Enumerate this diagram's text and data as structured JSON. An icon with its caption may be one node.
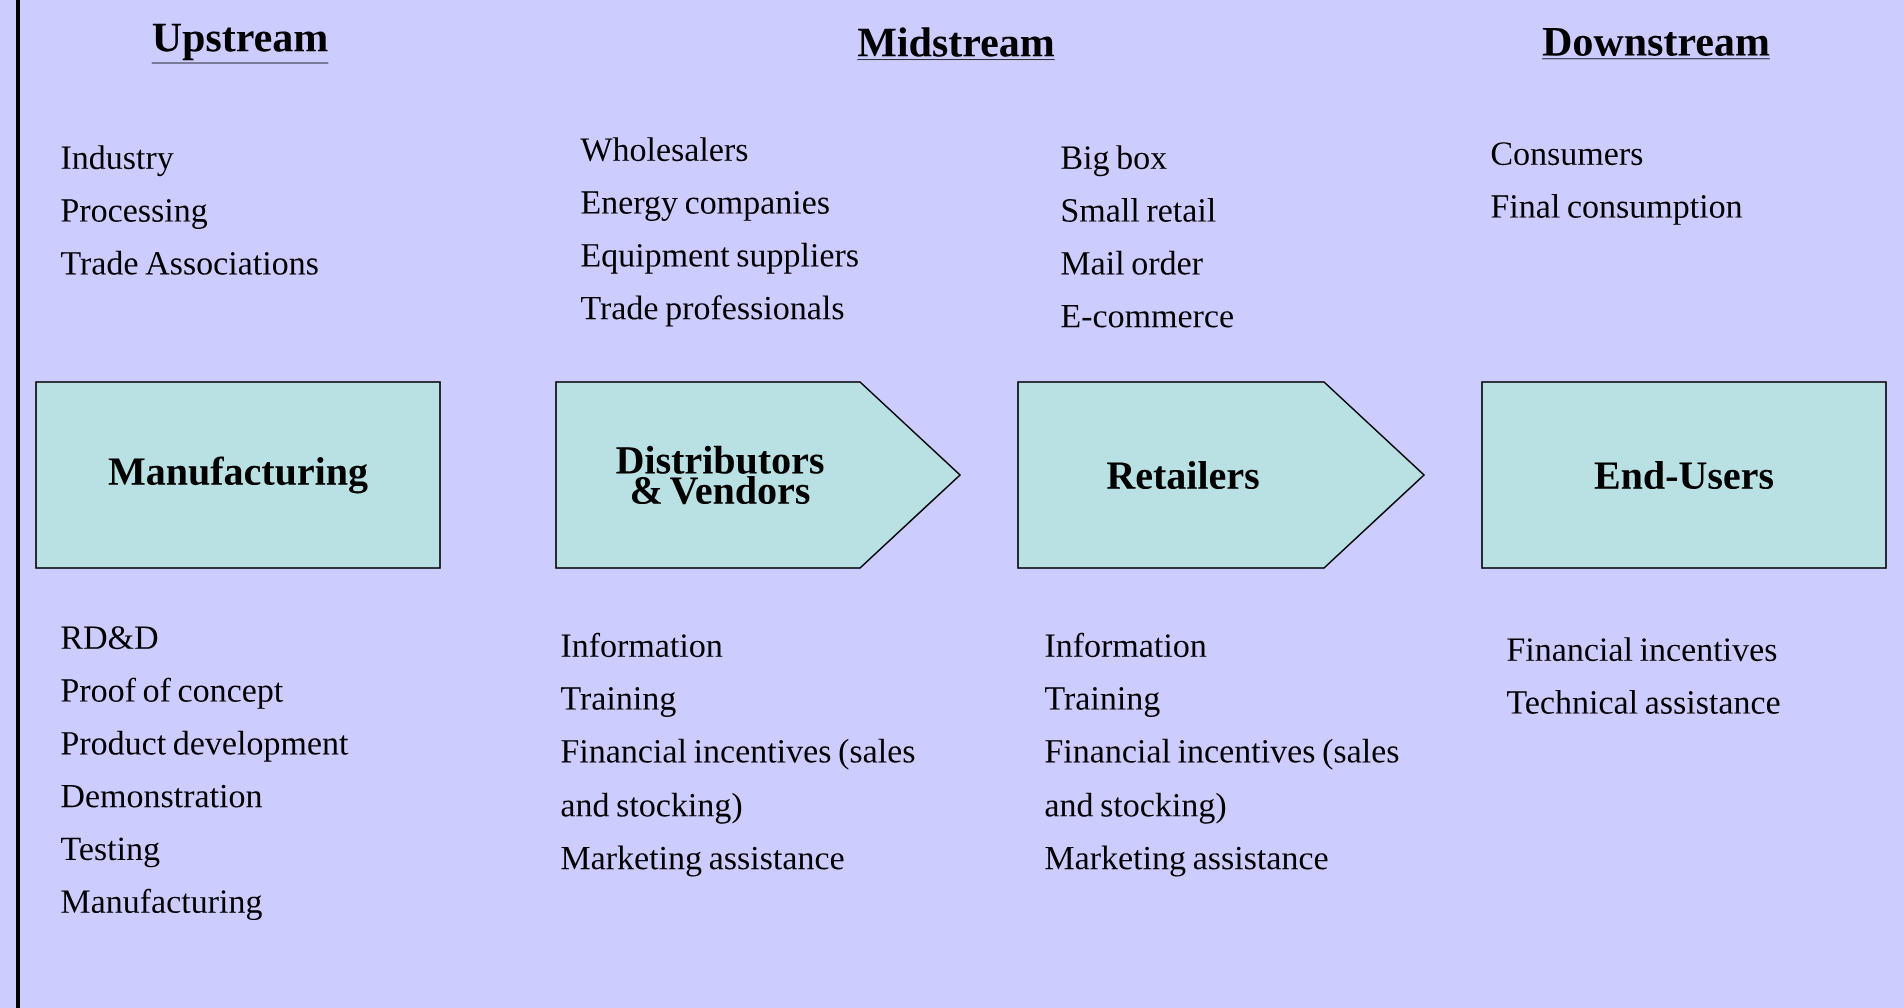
{
  "diagram": {
    "nodes": [
      {
        "text": [
          "Manufacturing"
        ]
      },
      {
        "text": [
          "Distributors & Vendors"
        ]
      },
      {
        "text": [
          "Retailers"
        ]
      },
      {
        "text": [
          "End-Users"
        ]
      }
    ],
    "labels": [
      "Upstream",
      "Midstream",
      "Downstream",
      "Industry",
      "Processing",
      "Trade Associations",
      "Wholesalers",
      "Energy companies",
      "Equipment suppliers",
      "Trade professionals",
      "Big box",
      "Small retail",
      "Mail order",
      "E-commerce",
      "Consumers",
      "Final consumption",
      "RD&D",
      "Proof of concept",
      "Product development",
      "Demonstration",
      "Testing",
      "Manufacturing",
      "Information",
      "Training",
      "Financial incentives (sales and stocking)",
      "Marketing assistance",
      "Information",
      "Training",
      "Financial incentives (sales and stocking)",
      "Marketing assistance",
      "Financial incentives",
      "Technical assistance"
    ]
  }
}
